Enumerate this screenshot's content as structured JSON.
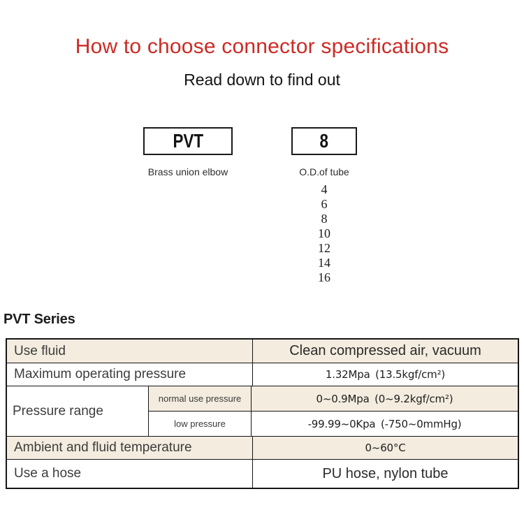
{
  "header": {
    "title": "How to choose connector specifications",
    "subtitle": "Read down to find out"
  },
  "selector": {
    "model": {
      "code": "PVT",
      "label": "Brass union elbow"
    },
    "size": {
      "code": "8",
      "label": "O.D.of tube",
      "options": [
        "4",
        "6",
        "8",
        "10",
        "12",
        "14",
        "16"
      ]
    }
  },
  "series": {
    "heading": "PVT Series"
  },
  "table": {
    "rows": [
      {
        "label": "Use fluid",
        "value": "Clean compressed air, vacuum"
      },
      {
        "label": "Maximum operating pressure",
        "value": "1.32Mpa (13.5kgf/cm²)"
      },
      {
        "label": "Pressure range",
        "sub_rows": [
          {
            "label": "normal use pressure",
            "value": "0~0.9Mpa (0~9.2kgf/cm²)"
          },
          {
            "label": "low pressure",
            "value": "-99.99~0Kpa (-750~0mmHg)"
          }
        ]
      },
      {
        "label": "Ambient and fluid temperature",
        "value": "0~60°C"
      },
      {
        "label": "Use a hose",
        "value": "PU hose, nylon tube"
      }
    ]
  },
  "colors": {
    "title_red": "#cd2a25",
    "row_beige": "#f3ecdf",
    "table_border": "#161616"
  }
}
